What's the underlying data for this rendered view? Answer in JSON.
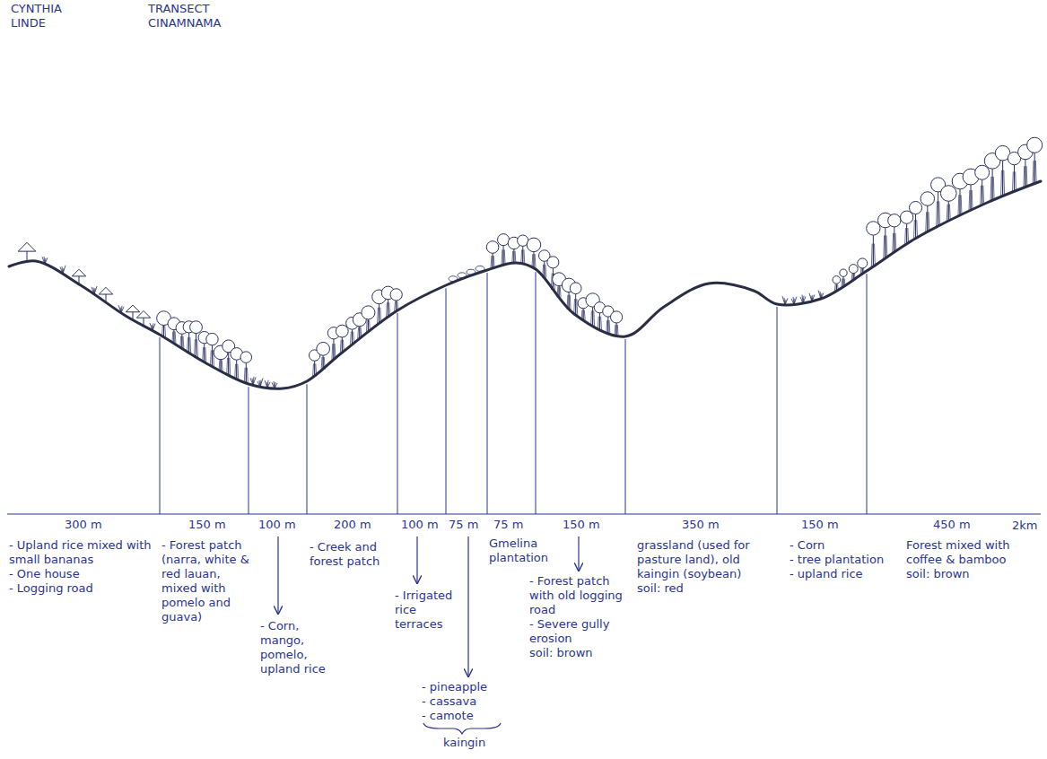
{
  "diagram": {
    "labels": [
      "CYNTHIA LINDE",
      "TRANSECT CINAMNAMA",
      "300 m",
      "- Upland rice mixed with small bananas",
      "- One house",
      "- Logging road",
      "150 m",
      "- Forest patch (narra, white & red lauan, mixed with pomelo and guava)",
      "100 m",
      "- Corn, mango, pomelo, upland rice",
      "200 m",
      "- Creek and forest patch",
      "100 m",
      "- Irrigated rice terraces",
      "75 m",
      "- pineapple",
      "- cassava",
      "- camote",
      "kaingin",
      "75 m",
      "Gmelina plantation",
      "150 m",
      "- Forest patch with old logging road",
      "- Severe gully erosion",
      "soil: brown",
      "350 m",
      "grassland (used for pasture land), old kaingin (soybean)",
      "soil: red",
      "150 m",
      "- Corn",
      "- tree plantation",
      "- upland rice",
      "450 m",
      "Forest mixed with coffee & bamboo",
      "soil: brown",
      "2km"
    ]
  }
}
